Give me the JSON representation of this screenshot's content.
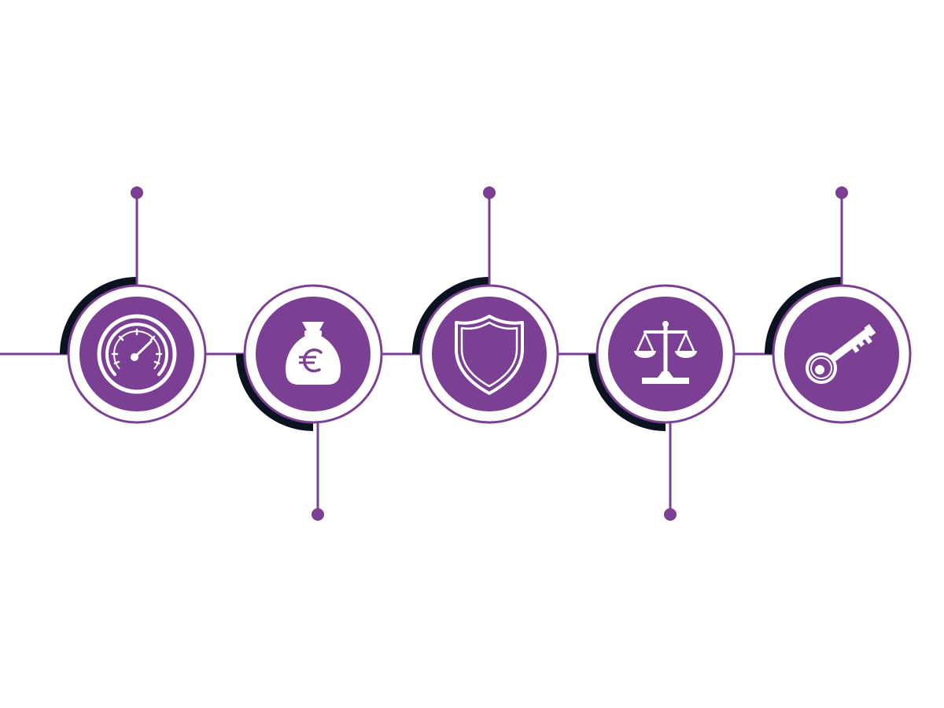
{
  "colors": {
    "purple": "#7b3f93",
    "dark": "#0b1220",
    "white": "#ffffff",
    "background": "#ffffff"
  },
  "steps": [
    {
      "icon": "speedometer-icon",
      "connector": "top"
    },
    {
      "icon": "euro-money-bag-icon",
      "connector": "bottom"
    },
    {
      "icon": "shield-icon",
      "connector": "top"
    },
    {
      "icon": "scales-of-justice-icon",
      "connector": "bottom"
    },
    {
      "icon": "key-icon",
      "connector": "top"
    }
  ]
}
